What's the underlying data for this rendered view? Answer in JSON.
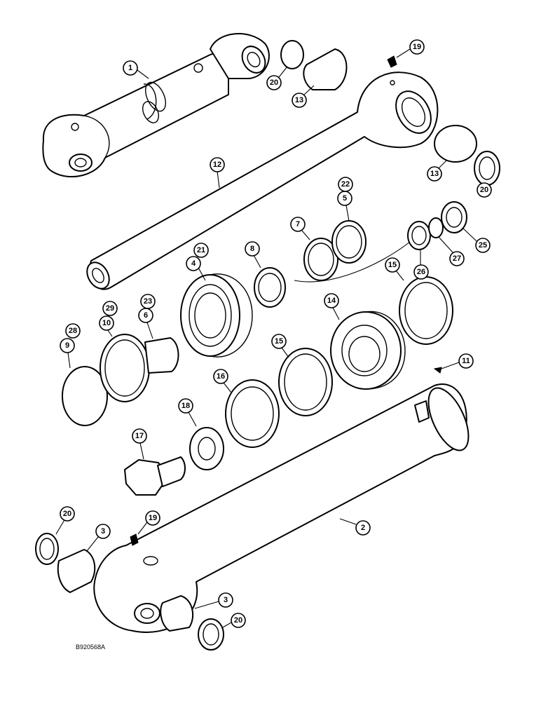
{
  "figure": {
    "reference_code": "B920568A"
  },
  "callouts": [
    "1",
    "2",
    "3",
    "4",
    "5",
    "6",
    "7",
    "8",
    "9",
    "10",
    "11",
    "12",
    "13",
    "14",
    "15",
    "16",
    "17",
    "18",
    "19",
    "20",
    "21",
    "22",
    "23",
    "25",
    "26",
    "27",
    "28",
    "29"
  ]
}
